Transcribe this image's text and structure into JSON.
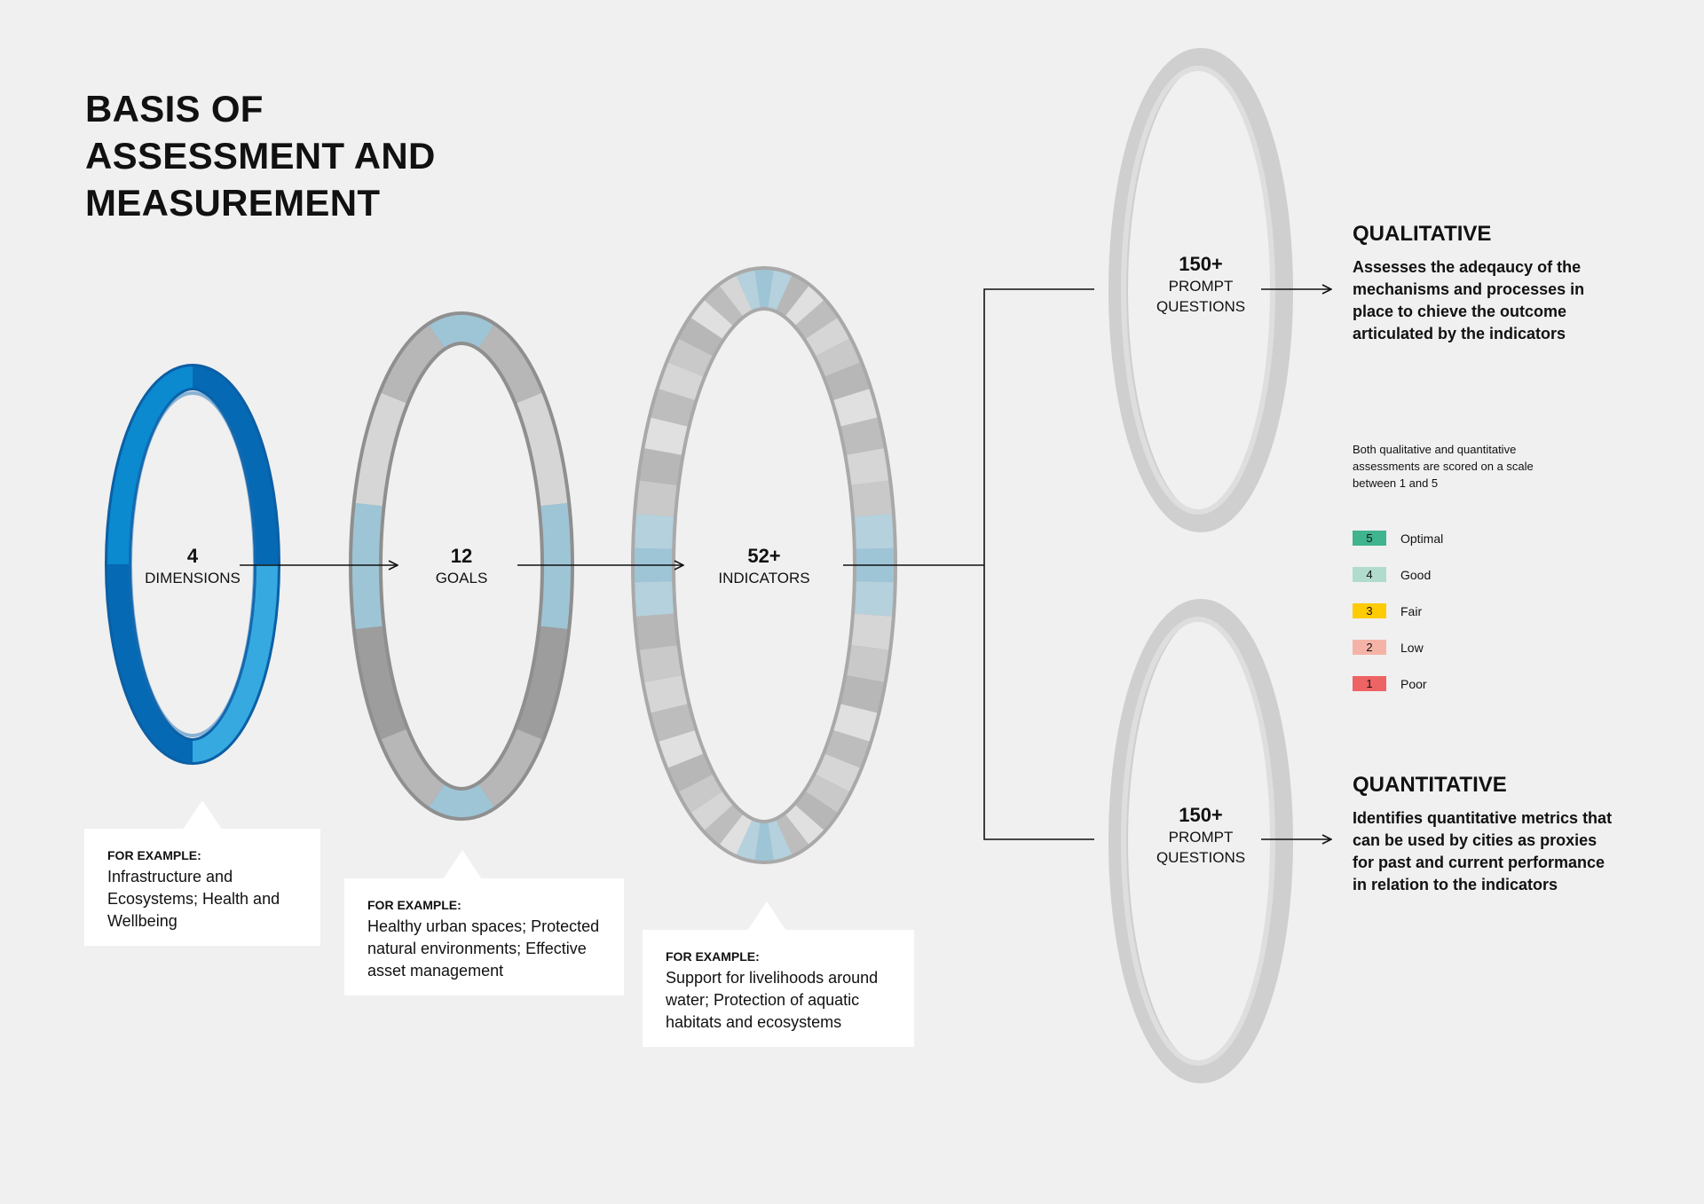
{
  "title": {
    "lines": [
      "BASIS OF",
      "ASSESSMENT AND",
      "MEASUREMENT"
    ]
  },
  "rings": {
    "dimensions": {
      "number": "4",
      "caption": "DIMENSIONS"
    },
    "goals": {
      "number": "12",
      "caption": "GOALS"
    },
    "indicators": {
      "number": "52+",
      "caption": "INDICATORS"
    },
    "qualitative_prompts": {
      "number": "150+",
      "caption_1": "PROMPT",
      "caption_2": "QUESTIONS"
    },
    "quantitative_prompts": {
      "number": "150+",
      "caption_1": "PROMPT",
      "caption_2": "QUESTIONS"
    }
  },
  "callouts": {
    "dimensions": {
      "label": "FOR EXAMPLE:",
      "lines": [
        "Infrastructure and",
        "Ecosystems; Health and",
        "Wellbeing"
      ]
    },
    "goals": {
      "label": "FOR EXAMPLE:",
      "lines": [
        "Healthy urban spaces; Protected",
        "natural environments; Effective",
        "asset management"
      ]
    },
    "indicators": {
      "label": "FOR EXAMPLE:",
      "lines": [
        "Support for livelihoods around",
        "water; Protection of aquatic",
        "habitats and ecosystems"
      ]
    }
  },
  "qualitative": {
    "heading": "QUALITATIVE",
    "lines": [
      "Assesses the adeqaucy of the",
      "mechanisms and processes in",
      "place to chieve the outcome",
      "articulated by the indicators"
    ]
  },
  "quantitative": {
    "heading": "QUANTITATIVE",
    "lines": [
      "Identifies quantitative metrics that",
      "can be used by cities as proxies",
      "for past and current performance",
      "in relation to the indicators"
    ]
  },
  "scale_note": {
    "lines": [
      "Both qualitative and quantitative",
      "assessments are scored on a scale",
      "between 1 and 5"
    ]
  },
  "legend": [
    {
      "score": "5",
      "label": "Optimal",
      "color": "#3fb48f"
    },
    {
      "score": "4",
      "label": "Good",
      "color": "#b1dccd"
    },
    {
      "score": "3",
      "label": "Fair",
      "color": "#ffcb05"
    },
    {
      "score": "2",
      "label": "Low",
      "color": "#f5b3a7"
    },
    {
      "score": "1",
      "label": "Poor",
      "color": "#ee6363"
    }
  ],
  "colors": {
    "background": "#f0f0f0",
    "blue_light": "#36a9e1",
    "blue_mid": "#0b8ad0",
    "blue_dark": "#0569b4",
    "ring_grey_dark": "#9d9d9d",
    "ring_grey_mid": "#b7b7b7",
    "ring_grey_light": "#d6d6d6",
    "ring_teal": "#9ec5d6",
    "ring_outline": "#d0d0d0",
    "line": "#111111"
  }
}
